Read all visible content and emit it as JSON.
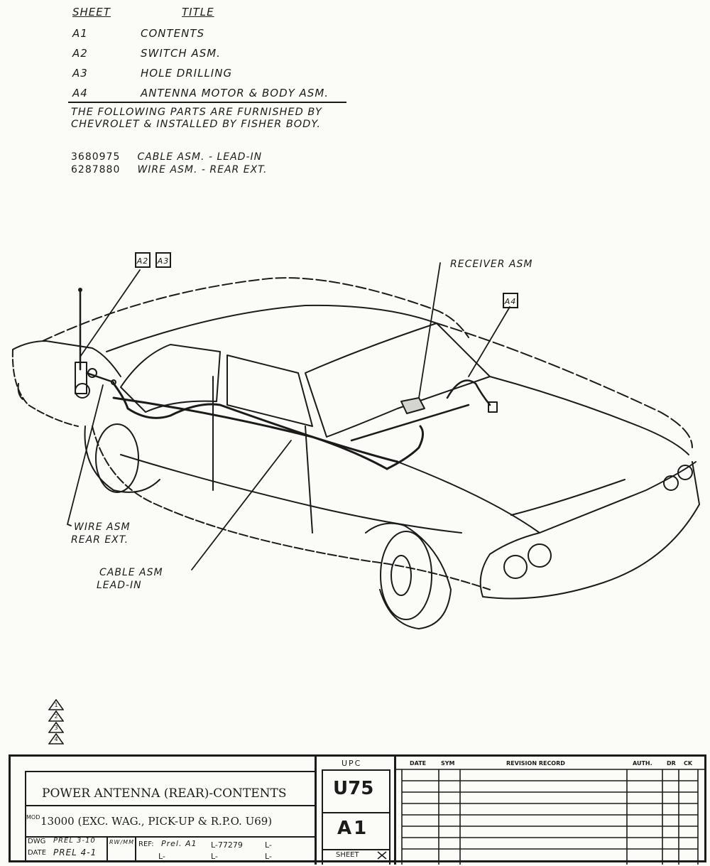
{
  "contents": {
    "header_sheet": "SHEET",
    "header_title": "TITLE",
    "sheets": [
      {
        "no": "A1",
        "title": "CONTENTS"
      },
      {
        "no": "A2",
        "title": "SWITCH ASM."
      },
      {
        "no": "A3",
        "title": "HOLE DRILLING"
      },
      {
        "no": "A4",
        "title": "ANTENNA MOTOR & BODY ASM."
      }
    ],
    "note": "THE FOLLOWING PARTS ARE FURNISHED BY CHEVROLET & INSTALLED BY FISHER BODY.",
    "parts": [
      {
        "number": "3680975",
        "name": "CABLE ASM. - LEAD-IN"
      },
      {
        "number": "6287880",
        "name": "WIRE ASM. - REAR EXT."
      }
    ]
  },
  "callouts": {
    "box_a2": "A2",
    "box_a3": "A3",
    "box_a4": "A4",
    "receiver": "RECEIVER ASM",
    "wire_line1": "WIRE ASM",
    "wire_line2": "REAR EXT.",
    "cable_line1": "CABLE ASM",
    "cable_line2": "LEAD-IN"
  },
  "revision_triangles": [
    "1",
    "2",
    "3",
    "4"
  ],
  "title_block": {
    "title": "POWER ANTENNA (REAR)-CONTENTS",
    "model_prefix": "MOD",
    "model": "13000 (EXC. WAG., PICK-UP & R.P.O. U69)",
    "dwg_label": "DWG",
    "dwg_value": "PREL 3-10",
    "date_label": "DATE",
    "date_value": "PREL 4-1",
    "initials": "RW/MM",
    "ref_label": "REF:",
    "ref_value": "Prel. A1",
    "ref_l1": "L-77279",
    "ref_l2": "L-",
    "ref_l3": "L-",
    "ref_l4": "L-",
    "ref_l5": "L-",
    "upc_label": "UPC",
    "upc": "U75",
    "sheet": "A1",
    "sheet_label": "SHEET",
    "rev_date": "DATE",
    "rev_sym": "SYM",
    "rev_record": "REVISION RECORD",
    "rev_auth": "AUTH.",
    "rev_dr": "DR",
    "rev_ck": "CK"
  }
}
